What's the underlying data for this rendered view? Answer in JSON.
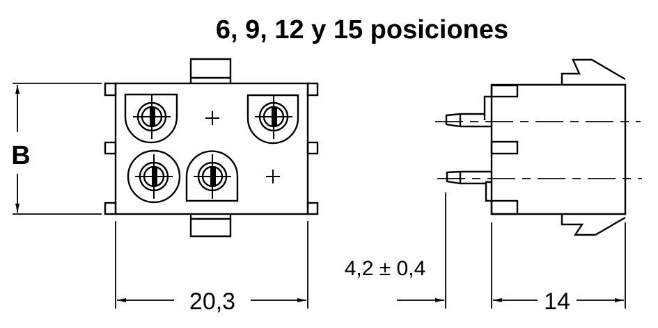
{
  "title": "6, 9, 12 y 15 posiciones",
  "dimensions": {
    "height_label": "B",
    "width_label": "20,3",
    "pin_length_label": "4,2 ± 0,4",
    "depth_label": "14"
  }
}
